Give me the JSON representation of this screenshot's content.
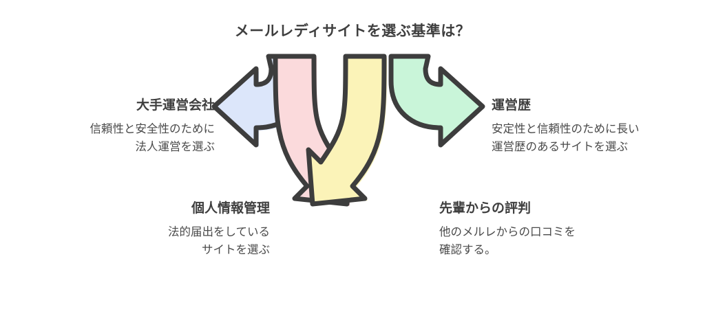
{
  "title": "メールレディサイトを選ぶ基準は？",
  "colors": {
    "stroke": "#3d3d3d",
    "text": "#3f3f3f",
    "background": "#ffffff",
    "arrow_left_fill": "#dce6fa",
    "arrow_down_left_fill": "#fbdadc",
    "arrow_down_right_fill": "#fbf3b8",
    "arrow_right_fill": "#c9f5d9"
  },
  "nodes": {
    "left": {
      "heading": "大手運営会社",
      "description": "信頼性と安全性のために\n法人運営を選ぶ",
      "arrow_color": "#dce6fa",
      "arrow_direction": "left"
    },
    "right": {
      "heading": "運営歴",
      "description": "安定性と信頼性のために長い\n運営歴のあるサイトを選ぶ",
      "arrow_color": "#c9f5d9",
      "arrow_direction": "right"
    },
    "bottom_left": {
      "heading": "個人情報管理",
      "description": "法的届出をしている\nサイトを選ぶ",
      "arrow_color": "#fbdadc",
      "arrow_direction": "down-left"
    },
    "bottom_right": {
      "heading": "先輩からの評判",
      "description": "他のメルレからの口コミを\n確認する。",
      "arrow_color": "#fbf3b8",
      "arrow_direction": "down-right"
    }
  }
}
